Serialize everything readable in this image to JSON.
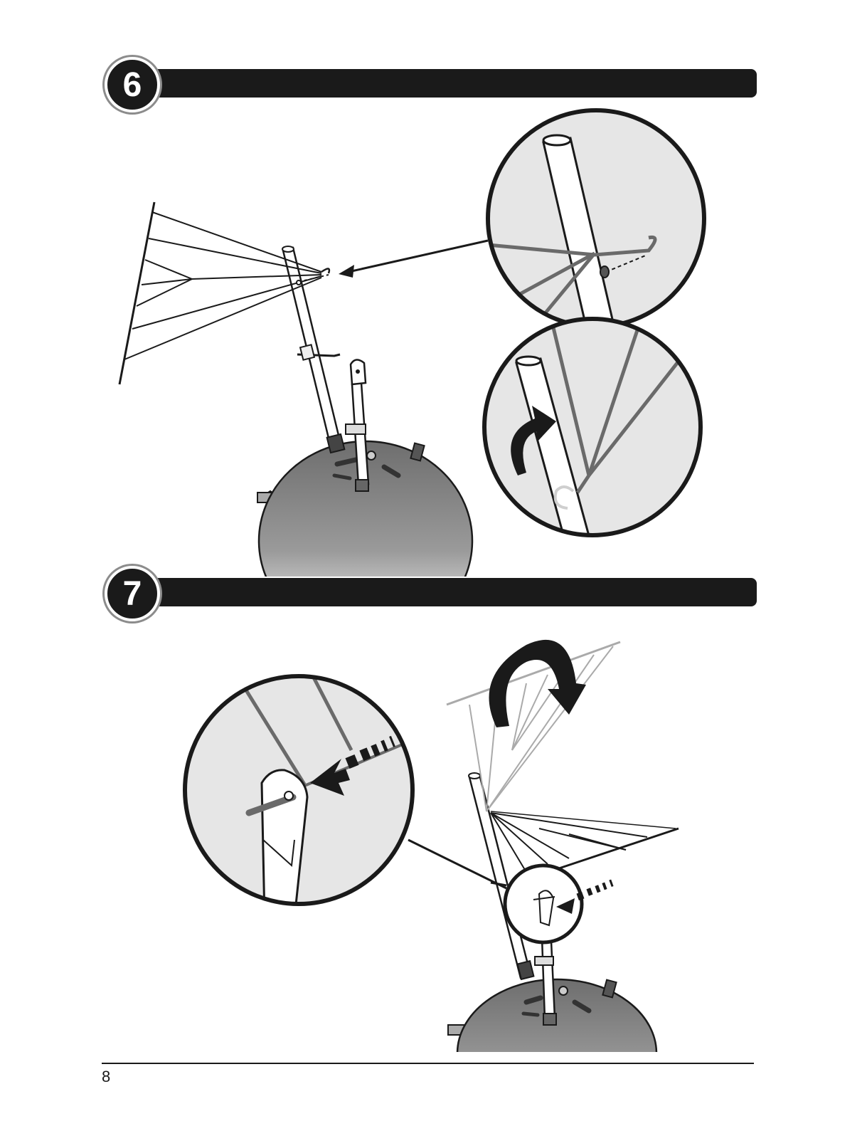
{
  "steps": [
    {
      "number": "6"
    },
    {
      "number": "7"
    }
  ],
  "footer": {
    "page_number": "8"
  },
  "icons": {
    "step6": [
      "drying-rack-arms-illustration",
      "pole-illustration",
      "grill-kettle-illustration",
      "hook-detail-zoom-icon",
      "rotate-arrow-icon"
    ],
    "step7": [
      "fold-arrow-icon",
      "pin-insert-zoom-icon",
      "insert-arrow-icon"
    ]
  },
  "colors": {
    "bar": "#1a1a1a",
    "zoom_fill": "#e6e6e6",
    "outline": "#1a1a1a"
  }
}
